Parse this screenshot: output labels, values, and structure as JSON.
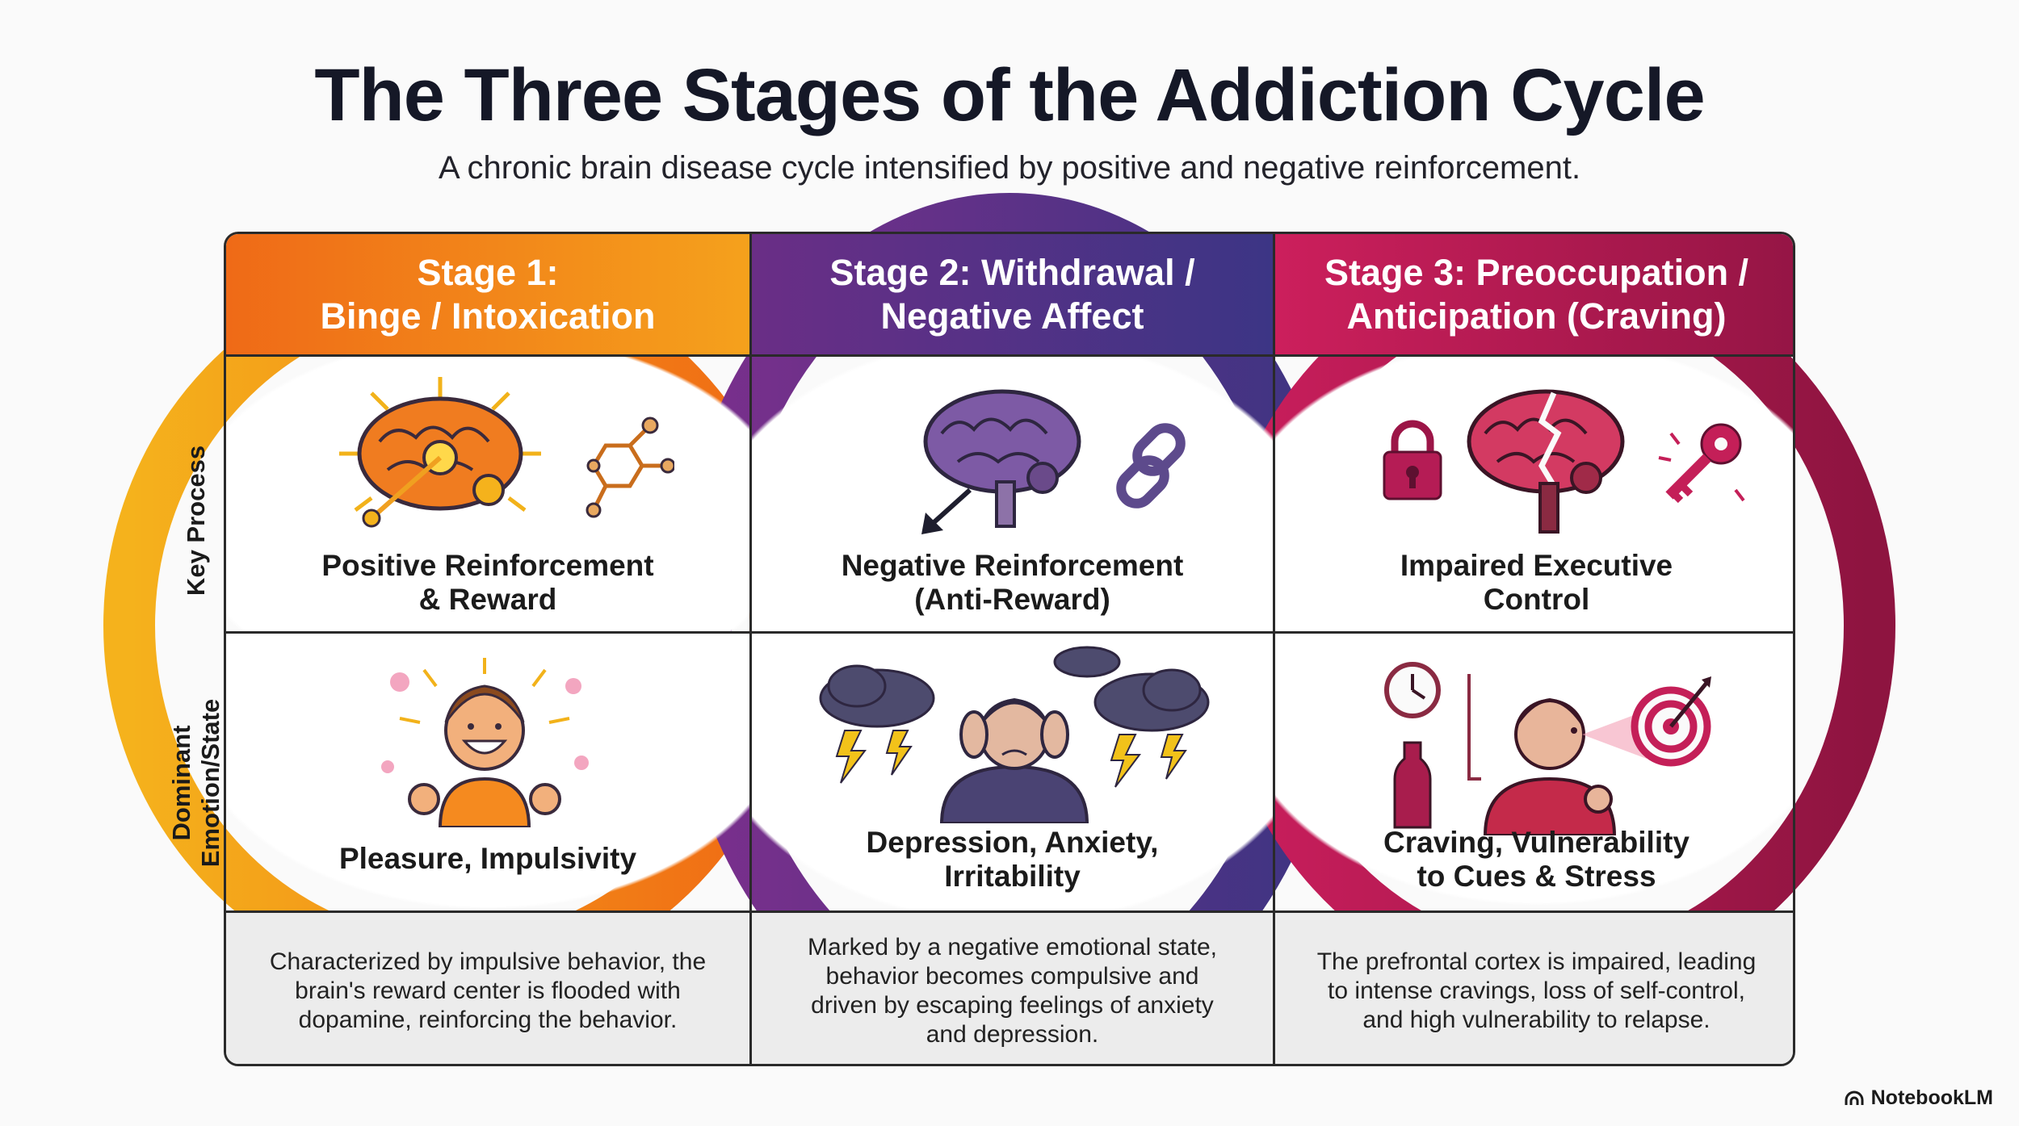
{
  "title": "The Three Stages of the Addiction Cycle",
  "subtitle": "A chronic brain disease cycle intensified by positive and negative reinforcement.",
  "row_labels": {
    "key_process": "Key Process",
    "emotion_line1": "Dominant",
    "emotion_line2": "Emotion/State"
  },
  "colors": {
    "stage1": "#f07a1a",
    "stage2": "#5e2f82",
    "stage3": "#b81d57"
  },
  "stages": [
    {
      "header_line1": "Stage 1:",
      "header_line2": "Binge / Intoxication",
      "key_process": [
        "Positive Reinforcement",
        "& Reward"
      ],
      "key_process_icons": [
        "glowing-brain-icon",
        "dopamine-molecule-icon"
      ],
      "emotion": [
        "Pleasure, Impulsivity"
      ],
      "emotion_icon": "excited-person-icon",
      "description": "Characterized by impulsive behavior, the brain's reward center is flooded with dopamine, reinforcing the behavior."
    },
    {
      "header_line1": "Stage 2: Withdrawal /",
      "header_line2": "Negative Affect",
      "key_process": [
        "Negative Reinforcement",
        "(Anti-Reward)"
      ],
      "key_process_icons": [
        "dark-brain-icon",
        "chain-link-icon"
      ],
      "emotion": [
        "Depression, Anxiety,",
        "Irritability"
      ],
      "emotion_icon": "distressed-person-storm-icon",
      "description": "Marked by a negative emotional state, behavior becomes compulsive and driven by escaping feelings of anxiety and depression."
    },
    {
      "header_line1": "Stage 3: Preoccupation /",
      "header_line2": "Anticipation (Craving)",
      "key_process": [
        "Impaired Executive",
        "Control"
      ],
      "key_process_icons": [
        "padlock-icon",
        "cracked-brain-icon",
        "key-icon"
      ],
      "emotion": [
        "Craving, Vulnerability",
        "to Cues & Stress"
      ],
      "emotion_icon": "craving-person-target-icon",
      "description": "The prefrontal cortex is impaired, leading to intense cravings, loss of self-control, and high vulnerability to relapse."
    }
  ],
  "brand": "NotebookLM"
}
